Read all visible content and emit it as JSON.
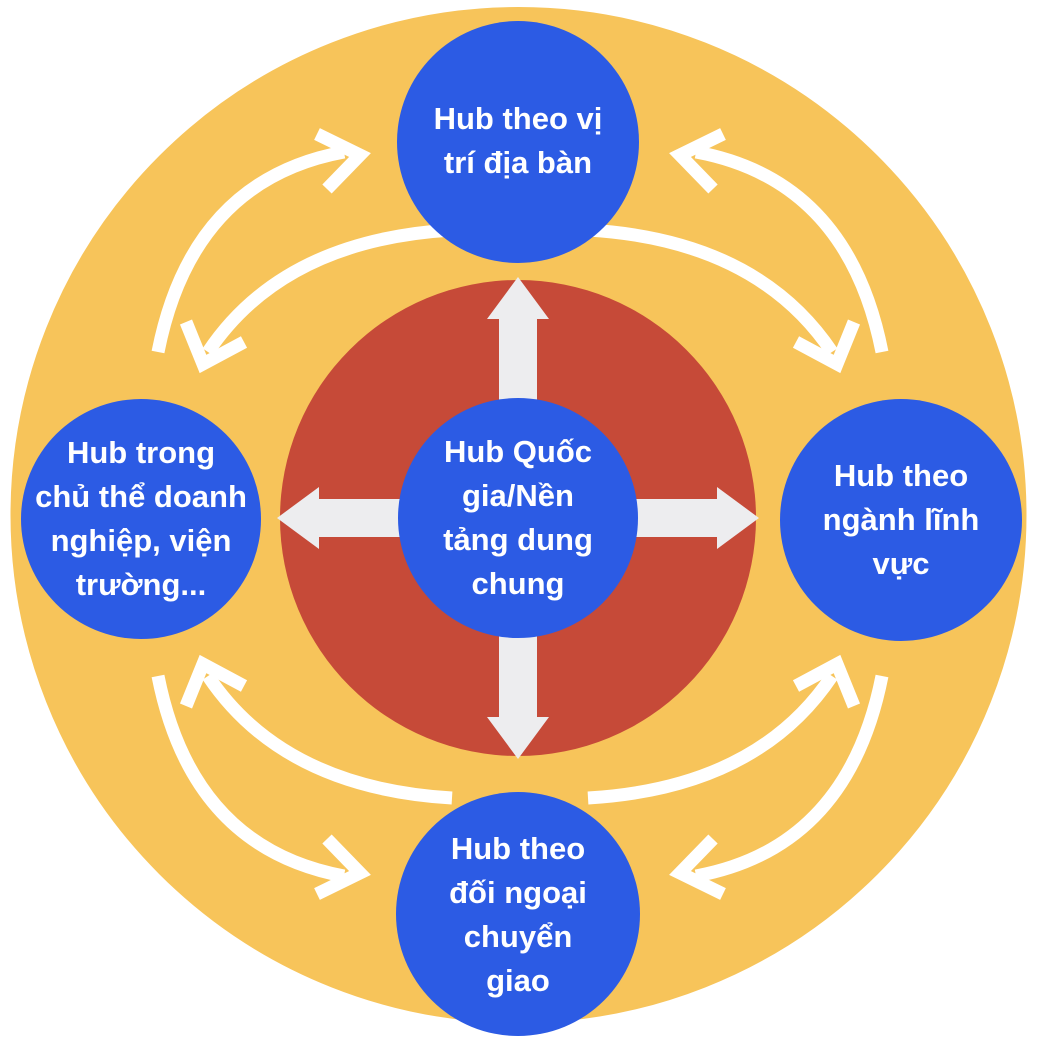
{
  "palette": {
    "ring_yellow": "#F7C45A",
    "core_red": "#C64A38",
    "node_blue": "#2C5BE4",
    "cross_gray": "#EDEDEF",
    "arrow_white": "#FFFFFF",
    "label_white": "#FFFFFF"
  },
  "diagram": {
    "center_node": {
      "lines": [
        "Hub Quốc",
        "gia/Nền",
        "tảng dung",
        "chung"
      ],
      "text": "Hub Quốc gia/Nền tảng dung chung"
    },
    "nodes": {
      "top": {
        "lines": [
          "Hub theo vị",
          "trí địa bàn"
        ],
        "text": "Hub theo vị trí địa bàn"
      },
      "right": {
        "lines": [
          "Hub theo",
          "ngành lĩnh",
          "vực"
        ],
        "text": "Hub theo ngành lĩnh vực"
      },
      "bottom": {
        "lines": [
          "Hub theo",
          "đối ngoại",
          "chuyển",
          "giao"
        ],
        "text": "Hub theo đối ngoại chuyển giao"
      },
      "left": {
        "lines": [
          "Hub trong",
          "chủ thể doanh",
          "nghiệp, viện",
          "trường..."
        ],
        "text": "Hub trong chủ thể doanh nghiệp, viện trường..."
      }
    },
    "icons": {
      "center_cross": "four-way-expand-arrows",
      "corner_arrows": "bidirectional-curved-exchange-arrows"
    }
  }
}
